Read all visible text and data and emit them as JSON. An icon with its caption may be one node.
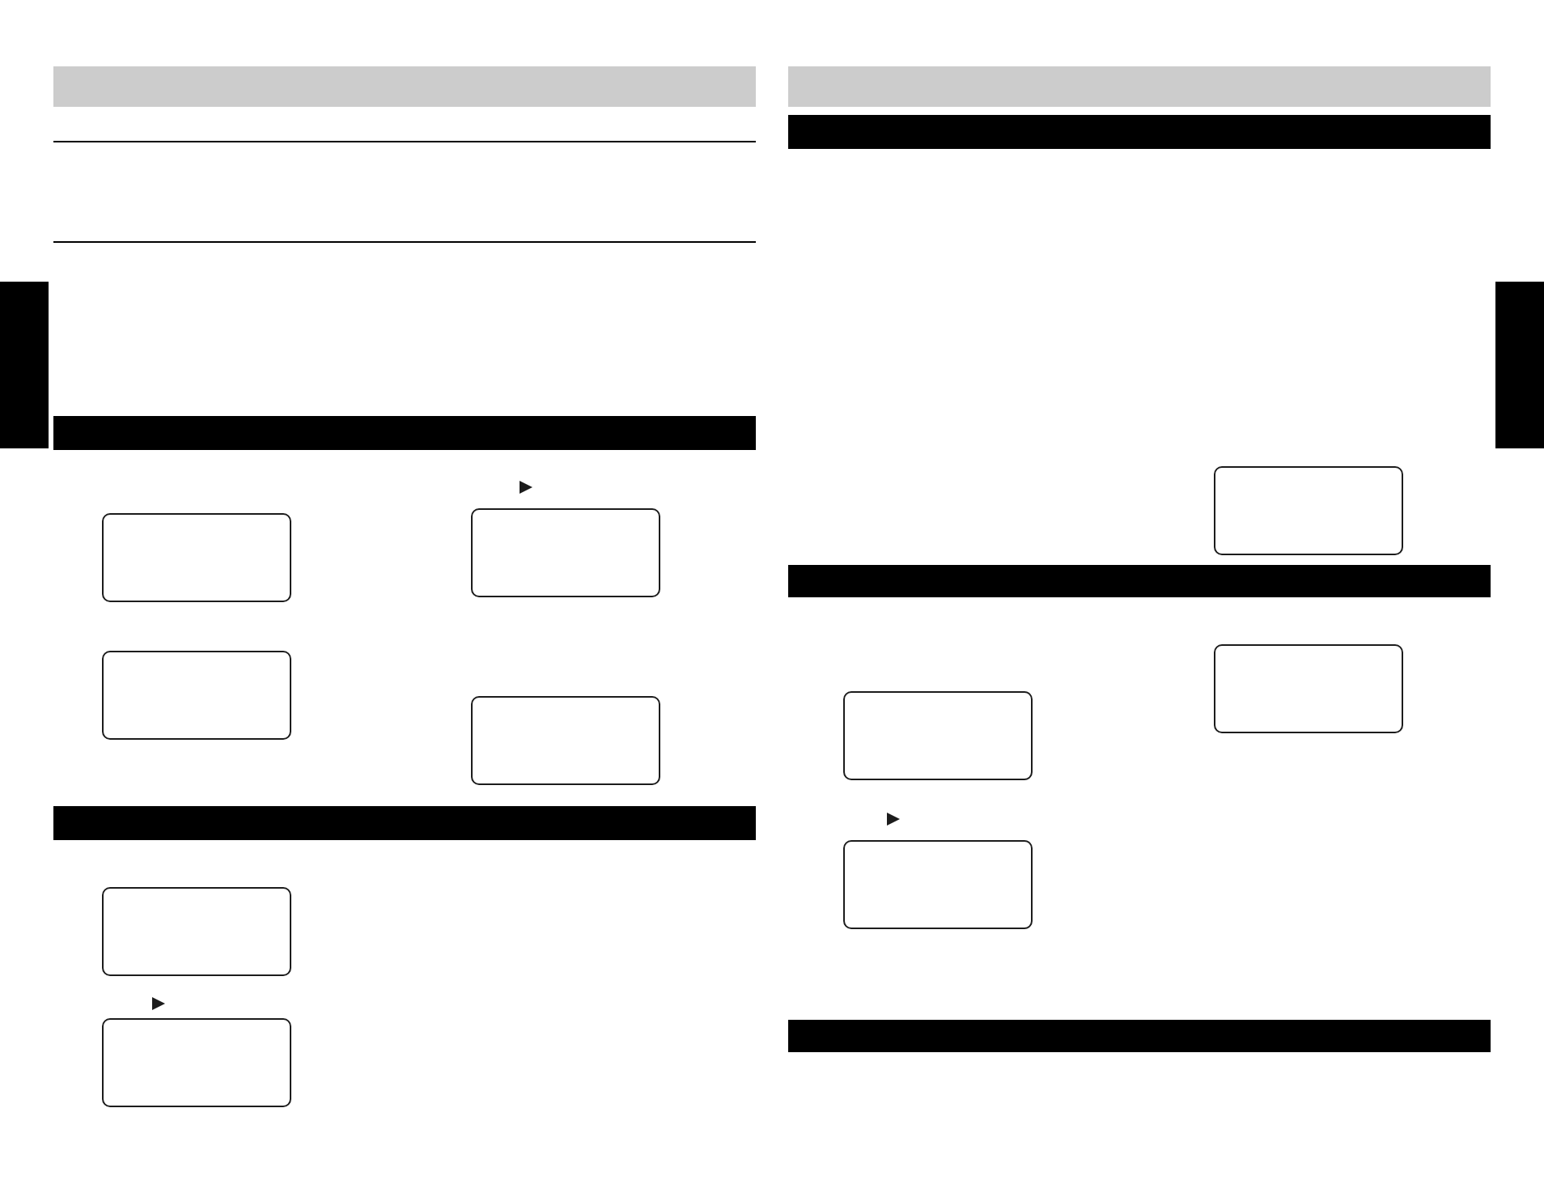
{
  "diagram": {
    "nodes": [
      {
        "text": [],
        "shape": "bar"
      },
      {
        "text": [],
        "shape": "box"
      },
      {
        "text": [],
        "shape": "box"
      },
      {
        "text": [],
        "shape": "box"
      },
      {
        "text": [],
        "shape": "box"
      },
      {
        "text": [],
        "shape": "box"
      },
      {
        "text": [],
        "shape": "box"
      },
      {
        "text": [],
        "shape": "bar"
      },
      {
        "text": [],
        "shape": "box"
      },
      {
        "text": [],
        "shape": "box"
      },
      {
        "text": [],
        "shape": "box"
      },
      {
        "text": [],
        "shape": "box"
      }
    ]
  }
}
